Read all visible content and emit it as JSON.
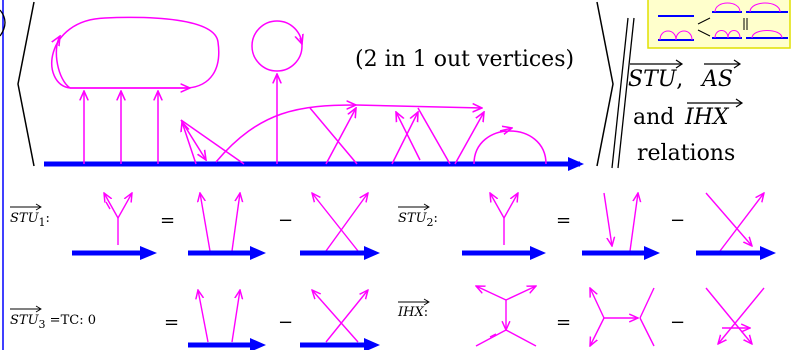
{
  "top": {
    "vertex_note": "(2 in 1 out vertices)",
    "relations": {
      "stu": "STU",
      "comma": ",",
      "as": "AS",
      "and": "and",
      "ihx": "IHX",
      "word": "relations"
    }
  },
  "rows": {
    "stu1": {
      "name": "STU",
      "sub": "1",
      "suffix": ":"
    },
    "stu2": {
      "name": "STU",
      "sub": "2",
      "suffix": ":"
    },
    "stu3": {
      "name": "STU",
      "sub": "3",
      "suffix": " =TC:  0"
    },
    "ihx": {
      "name": "IHX",
      "suffix": ":"
    },
    "equals": "=",
    "minus": "−"
  },
  "colors": {
    "chord": "#ff00ff",
    "skeleton": "#0000ff",
    "inset_bg": "#ffffcc",
    "inset_border": "#e0e000"
  }
}
